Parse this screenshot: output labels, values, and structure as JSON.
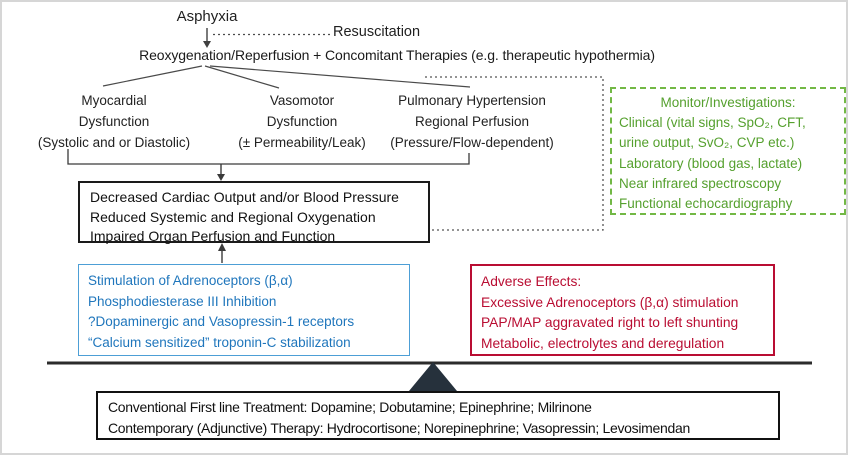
{
  "top": {
    "asphyxia": "Asphyxia",
    "resuscitation": "Resuscitation",
    "reoxygenation_line": "Reoxygenation/Reperfusion + Concomitant Therapies (e.g. therapeutic hypothermia)"
  },
  "branches": {
    "myocardial": {
      "line1": "Myocardial",
      "line2": "Dysfunction",
      "line3": "(Systolic and or Diastolic)"
    },
    "vasomotor": {
      "line1": "Vasomotor",
      "line2": "Dysfunction",
      "line3": "(± Permeability/Leak)"
    },
    "pulmonary": {
      "line1": "Pulmonary Hypertension",
      "line2": "Regional Perfusion",
      "line3": "(Pressure/Flow-dependent)"
    }
  },
  "monitor_box": {
    "header": "Monitor/Investigations:",
    "line1": "Clinical (vital signs, SpO₂, CFT,",
    "line2": "urine output, SvO₂, CVP etc.)",
    "line3": "Laboratory (blood gas, lactate)",
    "line4": "Near infrared spectroscopy",
    "line5": "Functional echocardiography"
  },
  "consequence_box": {
    "line1": "Decreased Cardiac Output and/or Blood Pressure",
    "line2": "Reduced Systemic and Regional Oxygenation",
    "line3": "Impaired Organ Perfusion and Function"
  },
  "mechanism_box": {
    "line1": "Stimulation of Adrenoceptors (β,α)",
    "line2": "Phosphodiesterase III Inhibition",
    "line3": "?Dopaminergic  and Vasopressin-1 receptors",
    "line4": "“Calcium sensitized” troponin-C stabilization"
  },
  "adverse_box": {
    "header": "Adverse Effects:",
    "line1": "Excessive Adrenoceptors (β,α) stimulation",
    "line2": "PAP/MAP aggravated right to left shunting",
    "line3": "Metabolic, electrolytes and deregulation"
  },
  "treatment_box": {
    "line1": "Conventional First line Treatment: Dopamine; Dobutamine; Epinephrine; Milrinone",
    "line2": "Contemporary (Adjunctive) Therapy: Hydrocortisone; Norepinephrine; Vasopressin; Levosimendan"
  },
  "colors": {
    "mechanism_text": "#1f76bc",
    "mechanism_border": "#4d9fd6",
    "adverse": "#b90d32",
    "monitor_text": "#55a02e",
    "monitor_border": "#72b845",
    "connector": "#404040",
    "fulcrum_triangle": "#26313c"
  }
}
